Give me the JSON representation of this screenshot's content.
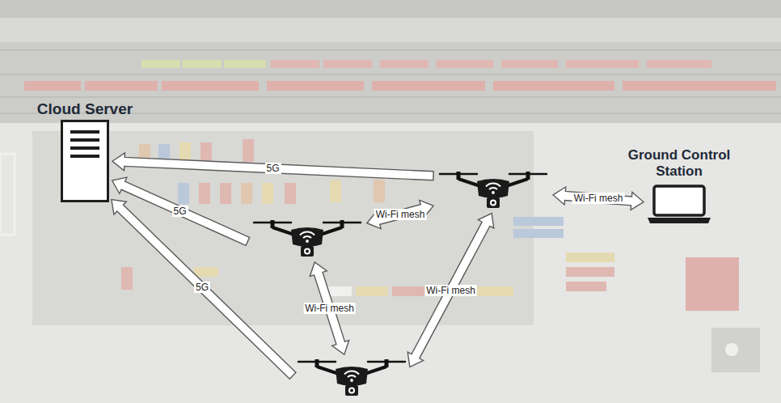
{
  "diagram": {
    "nodes": [
      {
        "text": [
          "Cloud Server"
        ]
      },
      {
        "text": [
          "Ground Control Station"
        ]
      },
      {
        "text": []
      },
      {
        "text": []
      },
      {
        "text": []
      }
    ],
    "edges": [
      {
        "from": 2,
        "to": 0,
        "label": "5G",
        "arrow": "to"
      },
      {
        "from": 3,
        "to": 0,
        "label": "5G",
        "arrow": "to"
      },
      {
        "from": 4,
        "to": 0,
        "label": "5G",
        "arrow": "to"
      },
      {
        "from": 3,
        "to": 2,
        "label": "Wi-Fi mesh",
        "arrow": "both"
      },
      {
        "from": 2,
        "to": 1,
        "label": "Wi-Fi mesh",
        "arrow": "both"
      },
      {
        "from": 3,
        "to": 4,
        "label": "Wi-Fi mesh",
        "arrow": "both"
      },
      {
        "from": 4,
        "to": 2,
        "label": "Wi-Fi mesh",
        "arrow": "both"
      }
    ]
  }
}
